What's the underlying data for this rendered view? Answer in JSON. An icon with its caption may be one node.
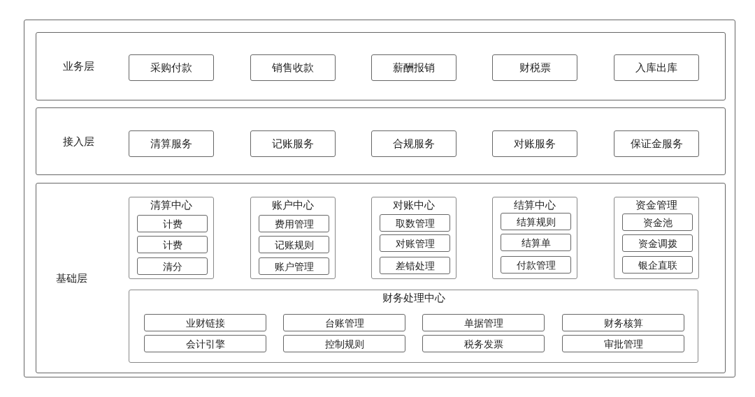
{
  "diagram": {
    "nodes": [
      {
        "text": [],
        "shape": "box"
      },
      {
        "text": [
          "业务层"
        ],
        "in": 0
      },
      {
        "text": [
          "采购付款"
        ],
        "in": 1
      },
      {
        "text": [
          "销售收款"
        ],
        "in": 1
      },
      {
        "text": [
          "薪酬报销"
        ],
        "in": 1
      },
      {
        "text": [
          "财税票"
        ],
        "in": 1
      },
      {
        "text": [
          "入库出库"
        ],
        "in": 1
      },
      {
        "text": [
          "接入层"
        ],
        "in": 0
      },
      {
        "text": [
          "清算服务"
        ],
        "in": 7
      },
      {
        "text": [
          "记账服务"
        ],
        "in": 7
      },
      {
        "text": [
          "合规服务"
        ],
        "in": 7
      },
      {
        "text": [
          "对账服务"
        ],
        "in": 7
      },
      {
        "text": [
          "保证金服务"
        ],
        "in": 7
      },
      {
        "text": [
          "基础层"
        ],
        "in": 0
      },
      {
        "text": [
          "清算中心"
        ],
        "in": 13
      },
      {
        "text": [
          "计费"
        ],
        "in": 14
      },
      {
        "text": [
          "计费"
        ],
        "in": 14
      },
      {
        "text": [
          "清分"
        ],
        "in": 14
      },
      {
        "text": [
          "账户中心"
        ],
        "in": 13
      },
      {
        "text": [
          "费用管理"
        ],
        "in": 18
      },
      {
        "text": [
          "记账规则"
        ],
        "in": 18
      },
      {
        "text": [
          "账户管理"
        ],
        "in": 18
      },
      {
        "text": [
          "对账中心"
        ],
        "in": 13
      },
      {
        "text": [
          "取数管理"
        ],
        "in": 22
      },
      {
        "text": [
          "对账管理"
        ],
        "in": 22
      },
      {
        "text": [
          "差错处理"
        ],
        "in": 22
      },
      {
        "text": [
          "结算中心"
        ],
        "in": 13
      },
      {
        "text": [
          "结算规则"
        ],
        "in": 26
      },
      {
        "text": [
          "结算单"
        ],
        "in": 26
      },
      {
        "text": [
          "付款管理"
        ],
        "in": 26
      },
      {
        "text": [
          "资金管理"
        ],
        "in": 13
      },
      {
        "text": [
          "资金池"
        ],
        "in": 30
      },
      {
        "text": [
          "资金调拨"
        ],
        "in": 30
      },
      {
        "text": [
          "银企直联"
        ],
        "in": 30
      },
      {
        "text": [
          "财务处理中心"
        ],
        "in": 13
      },
      {
        "text": [
          "业财链接"
        ],
        "in": 34
      },
      {
        "text": [
          "台账管理"
        ],
        "in": 34
      },
      {
        "text": [
          "单据管理"
        ],
        "in": 34
      },
      {
        "text": [
          "财务核算"
        ],
        "in": 34
      },
      {
        "text": [
          "会计引擎"
        ],
        "in": 34
      },
      {
        "text": [
          "控制规则"
        ],
        "in": 34
      },
      {
        "text": [
          "税务发票"
        ],
        "in": 34
      },
      {
        "text": [
          "审批管理"
        ],
        "in": 34
      }
    ]
  }
}
